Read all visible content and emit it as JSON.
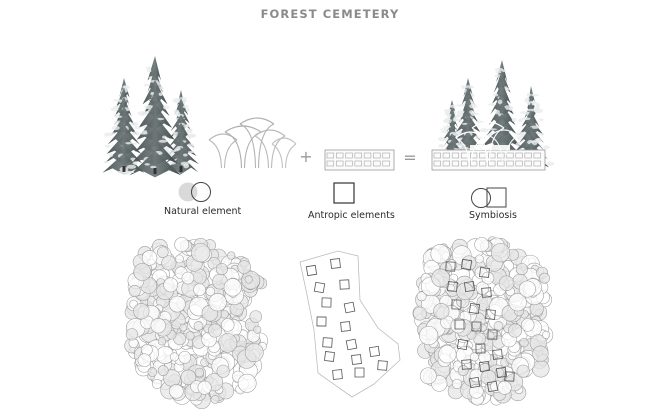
{
  "title": "FOREST CEMETERY",
  "labels": {
    "natural": "Natural element",
    "antropic": "Antropic elements",
    "symbiosis": "Symbiosis"
  },
  "operators": {
    "plus": "+",
    "equals": "="
  },
  "icons": {
    "natural": "overlapping-circles-icon",
    "antropic": "square-icon",
    "symbiosis": "circle-square-icon"
  }
}
